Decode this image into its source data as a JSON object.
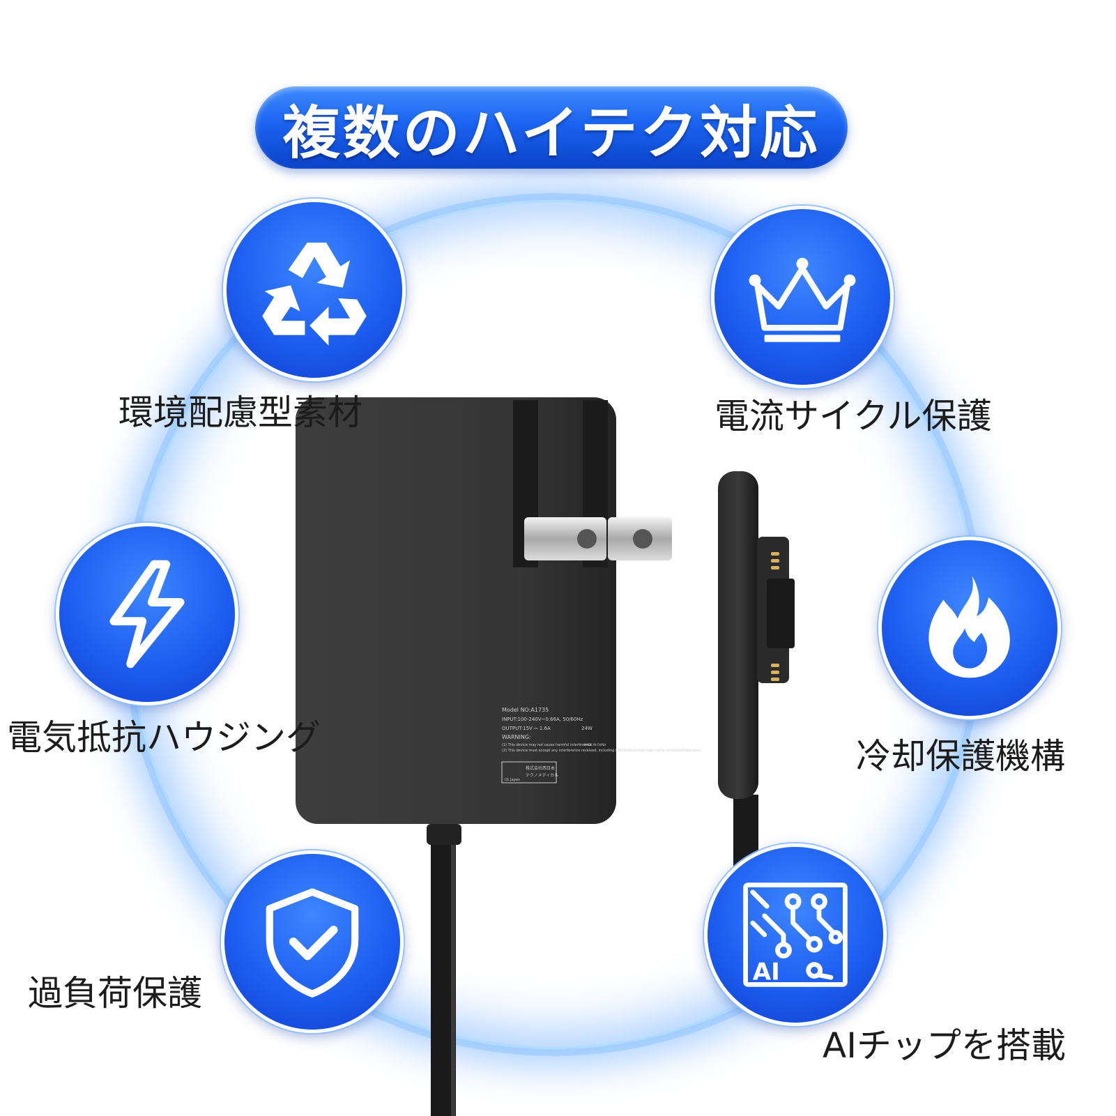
{
  "title": "複数のハイテク対応",
  "features": {
    "eco_material": {
      "label": "環境配慮型素材",
      "icon": "recycle-icon"
    },
    "current_cycle": {
      "label": "電流サイクル保護",
      "icon": "crown-icon"
    },
    "resistance_housing": {
      "label": "電気抵抗ハウジング",
      "icon": "lightning-icon"
    },
    "cooling": {
      "label": "冷却保護機構",
      "icon": "flame-icon"
    },
    "overload": {
      "label": "過負荷保護",
      "icon": "shield-check-icon"
    },
    "ai_chip": {
      "label": "AIチップを搭載",
      "icon": "ai-chip-icon"
    }
  },
  "adapter": {
    "model": "Model NO:A1735",
    "input": "INPUT:100-240V~0.66A, 50/60Hz",
    "output": "OUTPUT:15V ⎓ 1.6A",
    "warning": "WARNING:",
    "note1": "(1) This device may not cause harmful interference.",
    "note2": "(2) This device must accept any interference received, including interference that may cause undesired operation.",
    "made_in": "MADE IN CHINA",
    "watt": "24W",
    "cert_company": "株式会社西日本",
    "cert_name": "テクノメディカル",
    "cert_org": "UL Japan"
  },
  "colors": {
    "accent": "#1d5ef1",
    "ring": "#7ab8ff",
    "adapter_body": "#3a3a3a"
  }
}
